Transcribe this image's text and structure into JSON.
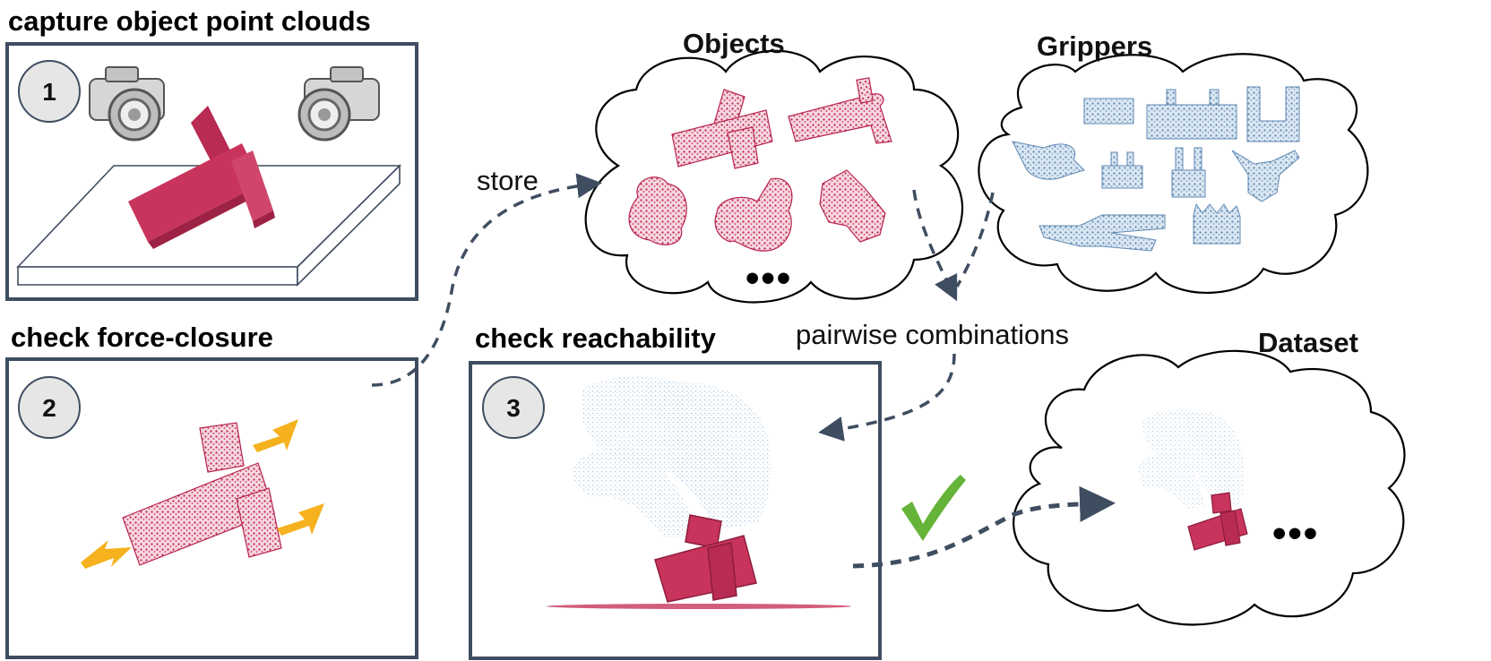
{
  "panels": {
    "capture": {
      "title": "capture object point clouds",
      "step": "1"
    },
    "force_closure": {
      "title": "check force-closure",
      "step": "2"
    },
    "reachability": {
      "title": "check reachability",
      "step": "3"
    }
  },
  "clouds": {
    "objects": {
      "title": "Objects",
      "more": "•••"
    },
    "grippers": {
      "title": "Grippers"
    },
    "dataset": {
      "title": "Dataset",
      "more": "•••"
    }
  },
  "labels": {
    "store": "store",
    "pairwise": "pairwise combinations",
    "check_mark": "✓"
  },
  "colors": {
    "panel_border": "#3f4d61",
    "arrow": "#3f4d61",
    "object_red": "#c8345c",
    "gripper_blue": "#7da3c8",
    "force_arrow": "#f5b21e",
    "check_green": "#66b33a",
    "step_circle": "#e6e6e6"
  }
}
